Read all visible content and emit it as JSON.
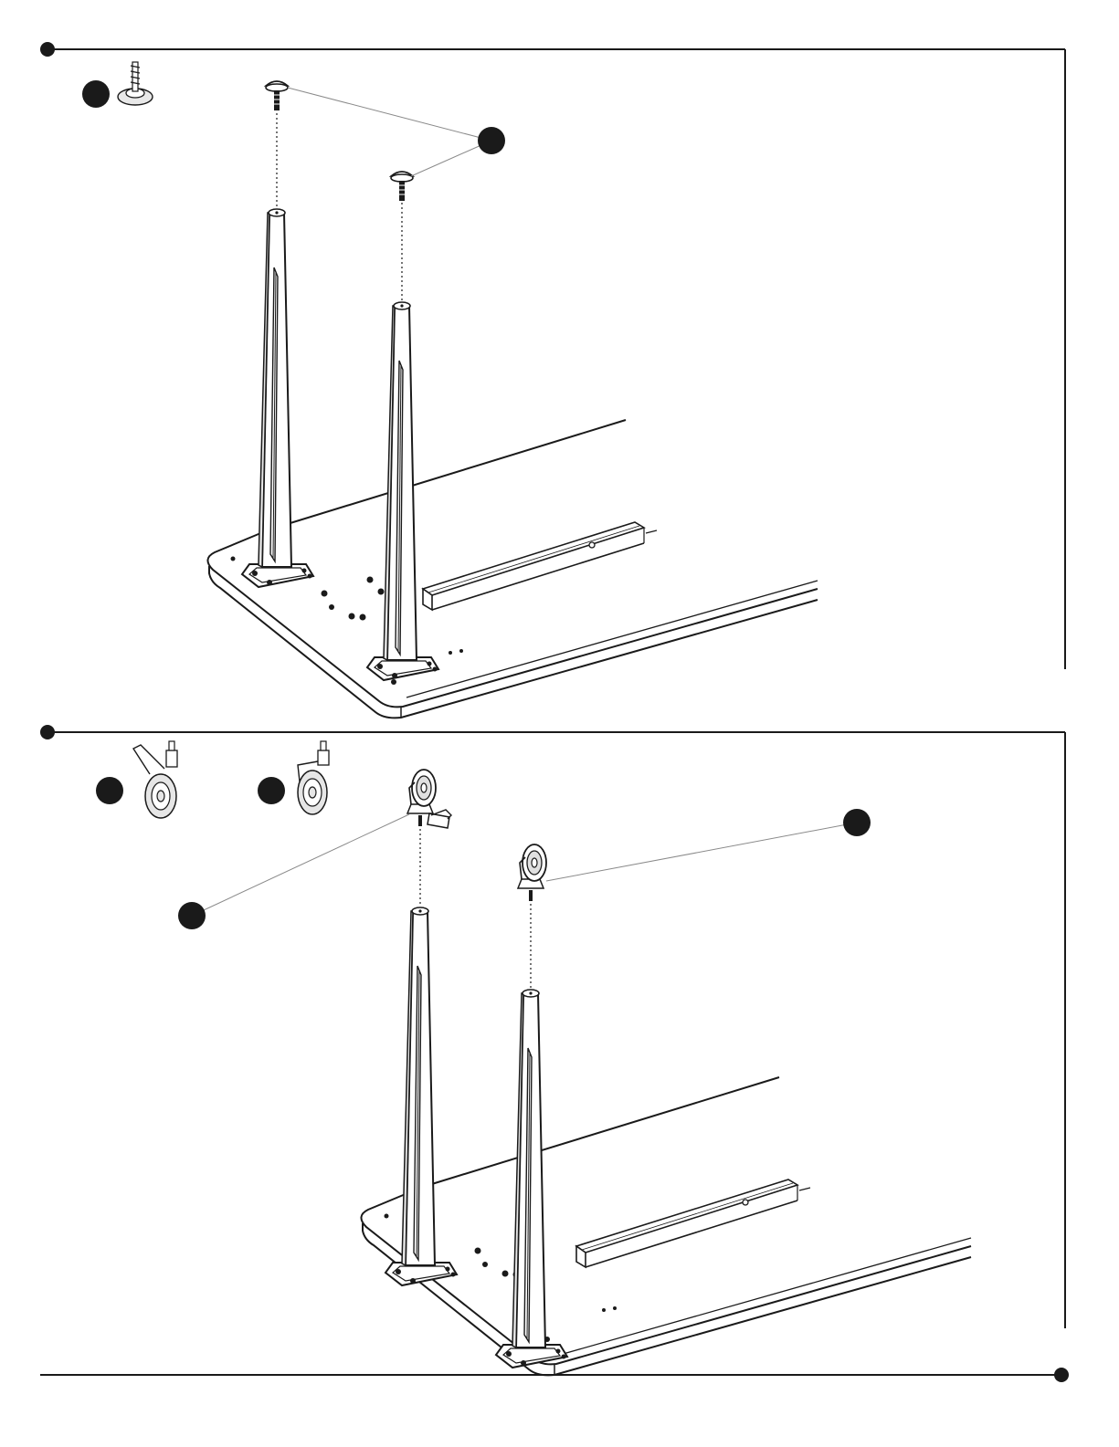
{
  "colors": {
    "ink": "#1a1a1a",
    "leader": "#8a8a8a",
    "fill": "#ffffff",
    "shade": "#d9d9d9",
    "hardware": "#cfcfcf"
  },
  "steps": [
    {
      "name": "step-leveling-glides",
      "hardware": [
        {
          "name": "leveling-glide",
          "icon": "leveling-glide-icon"
        }
      ],
      "callout_count": 1,
      "leg_count": 2
    },
    {
      "name": "step-casters",
      "hardware": [
        {
          "name": "locking-caster",
          "icon": "locking-caster-icon"
        },
        {
          "name": "swivel-caster",
          "icon": "swivel-caster-icon"
        }
      ],
      "callout_count": 2,
      "leg_count": 2
    }
  ]
}
